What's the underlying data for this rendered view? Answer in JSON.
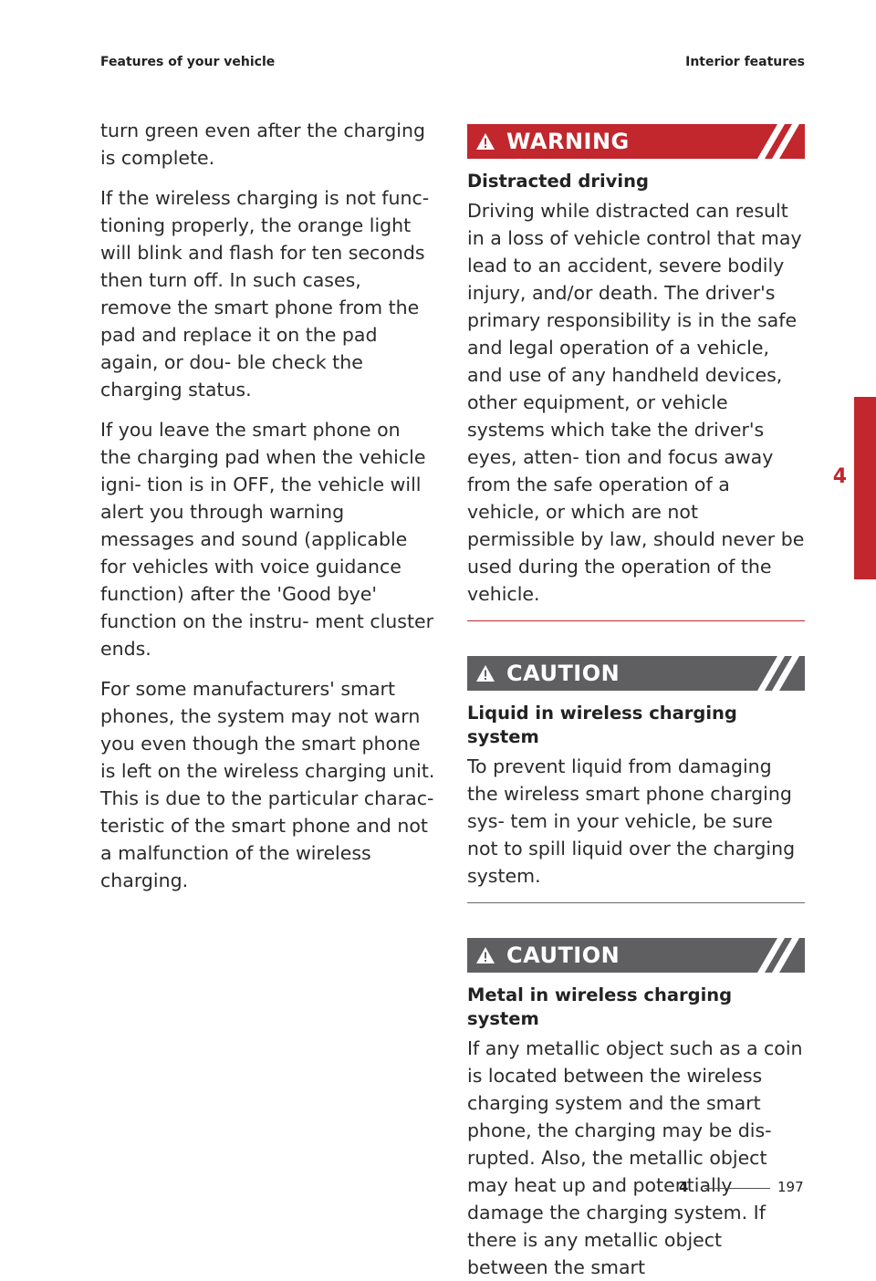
{
  "header": {
    "left": "Features of your vehicle",
    "right": "Interior features"
  },
  "left_column": {
    "paragraphs": [
      "turn green even after the charging is complete.",
      "If the wireless charging is not func- tioning properly, the orange light will blink and flash for ten seconds then turn off. In such cases, remove the smart phone from the pad and replace it on the pad again, or dou- ble check the charging status.",
      "If you leave the smart phone on the charging pad when the vehicle igni- tion is in OFF, the vehicle will alert you through warning messages and sound (applicable for vehicles with voice guidance function) after the 'Good bye' function on the instru- ment cluster ends.",
      "For some manufacturers' smart phones, the system may not warn you even though the smart phone is left on the wireless charging unit. This is due to the particular charac- teristic of the smart phone and not a malfunction of the wireless charging."
    ]
  },
  "notices": [
    {
      "type": "warning",
      "label": "WARNING",
      "icon": "warning-triangle-icon",
      "title": "Distracted driving",
      "body": "Driving while distracted can result in a loss of vehicle control that may lead to an accident, severe bodily injury, and/or death. The driver's primary responsibility is in the safe and legal operation of a vehicle, and use of any handheld devices, other equipment, or vehicle systems which take the driver's eyes, atten- tion and focus away from the safe operation of a vehicle, or which are not permissible by law, should never be used during the operation of the vehicle."
    },
    {
      "type": "caution",
      "label": "CAUTION",
      "icon": "warning-triangle-icon",
      "title": "Liquid in wireless charging system",
      "body": "To prevent liquid from damaging the wireless smart phone charging sys- tem in your vehicle, be sure not to spill liquid over the charging system."
    },
    {
      "type": "caution",
      "label": "CAUTION",
      "icon": "warning-triangle-icon",
      "title": "Metal in wireless charging system",
      "body": "If any metallic object such as a coin is located between the wireless charging system and the smart phone, the charging may be dis- rupted. Also, the metallic object may heat up and potentially damage the charging system. If there is any metallic object between the smart"
    }
  ],
  "side_tab": {
    "chapter": "4"
  },
  "footer": {
    "chapter": "4",
    "page": "197"
  },
  "colors": {
    "accent_red": "#c1272d",
    "caution_grey": "#5f5f62",
    "text": "#2b2b2b"
  }
}
